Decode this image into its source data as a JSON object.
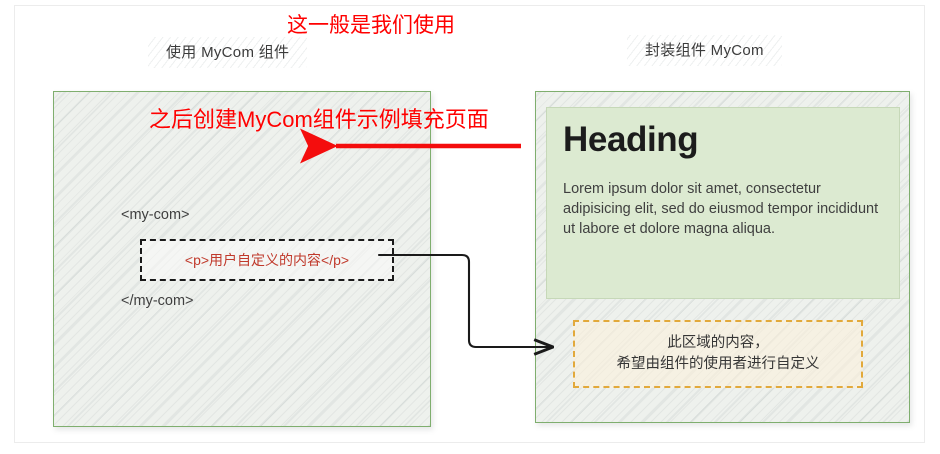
{
  "diagram": {
    "columns": [
      {
        "title": "使用 MyCom 组件"
      },
      {
        "title": "封装组件 MyCom"
      }
    ],
    "left_panel": {
      "open_tag": "<my-com>",
      "close_tag": "</my-com>",
      "slot_content_label": "<p>用户自定义的内容</p>"
    },
    "right_panel": {
      "card_heading": "Heading",
      "card_body": "Lorem ipsum dolor sit amet, consectetur adipisicing elit, sed do eiusmod tempor incididunt ut labore et dolore magna aliqua.",
      "custom_box_line1": "此区域的内容，",
      "custom_box_line2": "希望由组件的使用者进行自定义"
    },
    "annotations": {
      "red_top": "这一般是我们使用",
      "red_middle": "之后创建MyCom组件示例填充页面"
    },
    "colors": {
      "green_border": "#7fae6e",
      "green_card_fill": "#dcead1",
      "panel_fill": "#eef1ed",
      "red_annotation": "#ff0000",
      "slot_text": "#c0392b",
      "orange_dashed": "#e2a93b",
      "orange_fill": "#fdf0db",
      "black_arrow": "#1a1a1a"
    }
  }
}
